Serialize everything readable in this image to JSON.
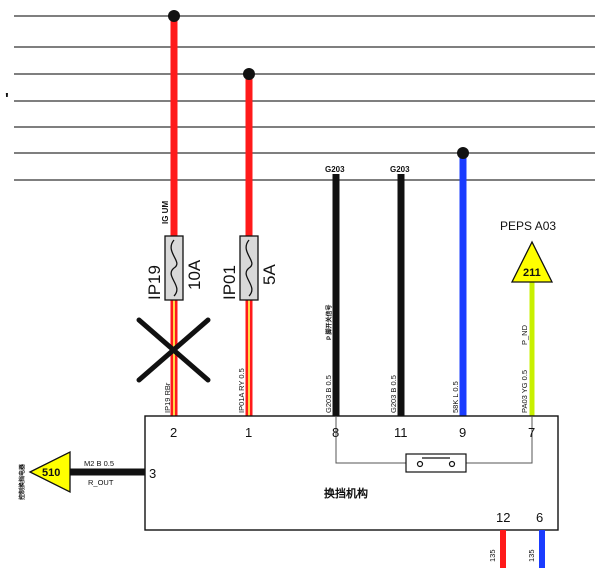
{
  "fuses": [
    {
      "name": "IP19",
      "rating": "10A"
    },
    {
      "name": "IP01",
      "rating": "5A"
    }
  ],
  "wire_labels": {
    "ig_top": "IG UM",
    "ip19_wire": "IP19 RBr",
    "ip01_wire": "IP01A RY 0.5",
    "g203_left": "G203 B 0.5",
    "p_mark": "P 脚开关信号",
    "g203_right": "G203 B 0.5",
    "bl_wire": "58K L 0.5",
    "pa03_wire": "PA03 YG 0.5",
    "p_nd": "P_ND",
    "m2_wire": "M2 B 0.5",
    "r_out": "R_OUT",
    "bottom_12": "135",
    "bottom_6": "135"
  },
  "ground_tags": {
    "left": "G203",
    "right": "G203"
  },
  "pins": {
    "p2": "2",
    "p1": "1",
    "p8": "8",
    "p11": "11",
    "p9": "9",
    "p7": "7",
    "p3": "3",
    "p12": "12",
    "p6": "6"
  },
  "component_label": "换挡机构",
  "connector_peps": {
    "label": "PEPS A03",
    "ref": "211"
  },
  "connector_left": {
    "label": "控制换挡电器",
    "ref": "510"
  },
  "stray_mark": "'",
  "colors": {
    "red": "#ff1a1a",
    "black": "#111111",
    "blue": "#1a3cff",
    "yellow_green": "#c8f000",
    "tag_yellow": "#ffff00"
  }
}
